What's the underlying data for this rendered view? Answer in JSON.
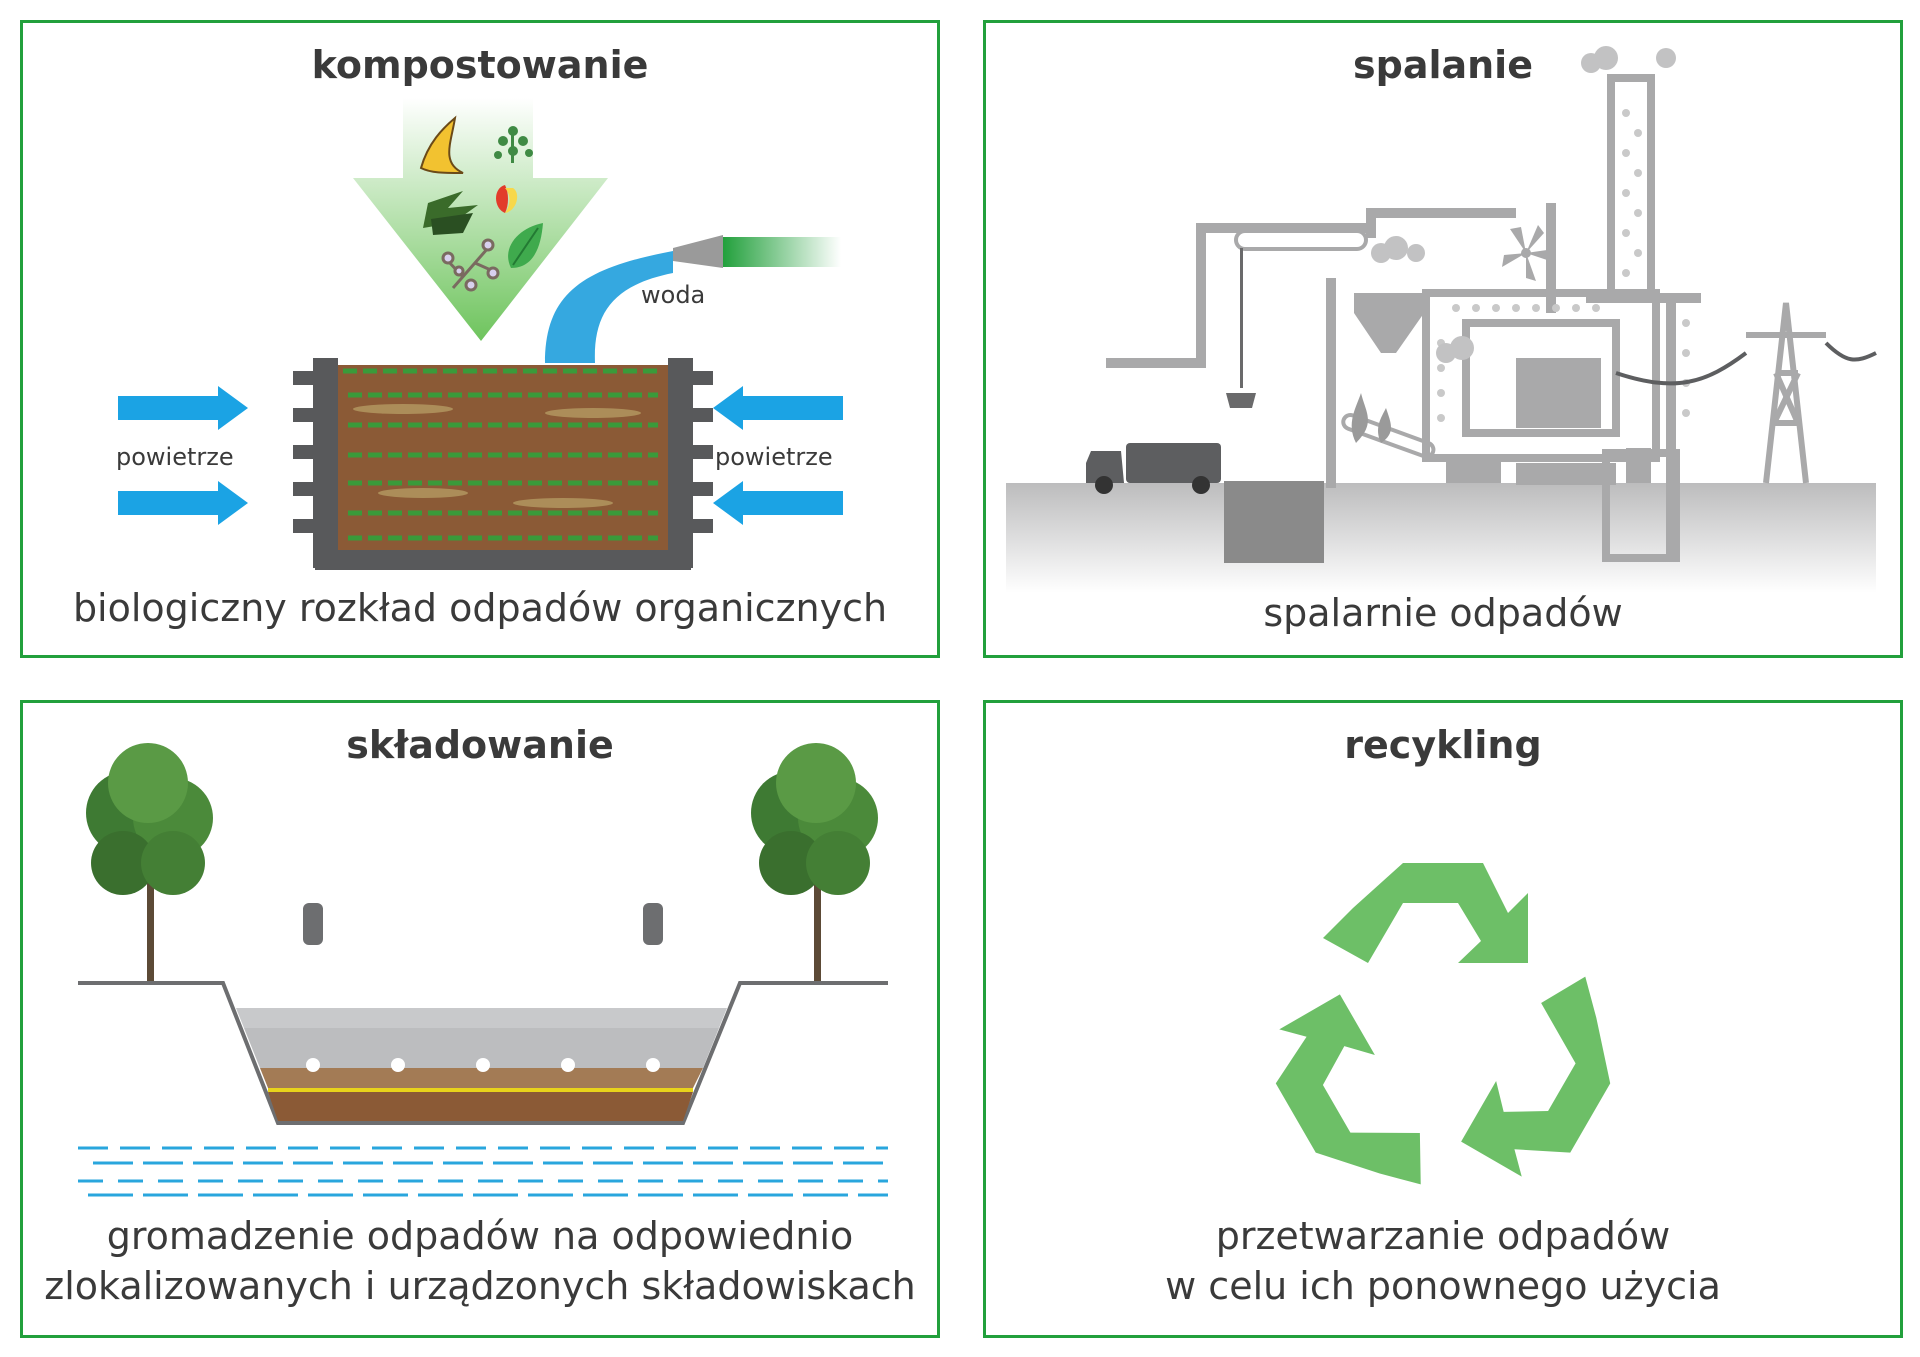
{
  "panels": {
    "composting": {
      "title": "kompostowanie",
      "water_label": "woda",
      "air_left_label": "powietrze",
      "air_right_label": "powietrze",
      "caption": "biologiczny rozkład odpadów organicznych"
    },
    "incineration": {
      "title": "spalanie",
      "caption": "spalarnie odpadów"
    },
    "landfill": {
      "title": "składowanie",
      "caption_line1": "gromadzenie odpadów na odpowiednio",
      "caption_line2": "zlokalizowanych i urządzonych składowiskach"
    },
    "recycling": {
      "title": "recykling",
      "caption_line1": "przetwarzanie odpadów",
      "caption_line2": "w celu ich ponownego użycia"
    }
  },
  "colors": {
    "frame": "#22a03c",
    "air_arrow": "#1ba3e4",
    "soil": "#8b5a36",
    "recycle": "#6dbf67",
    "factory": "#a9a9aa"
  },
  "icons": [
    "banana-peel-icon",
    "herb-icon",
    "apple-core-icon",
    "grass-icon",
    "leaf-icon",
    "branch-icon",
    "hose-icon",
    "truck-icon",
    "fan-icon",
    "pylon-icon",
    "tree-icon",
    "recycle-icon"
  ]
}
